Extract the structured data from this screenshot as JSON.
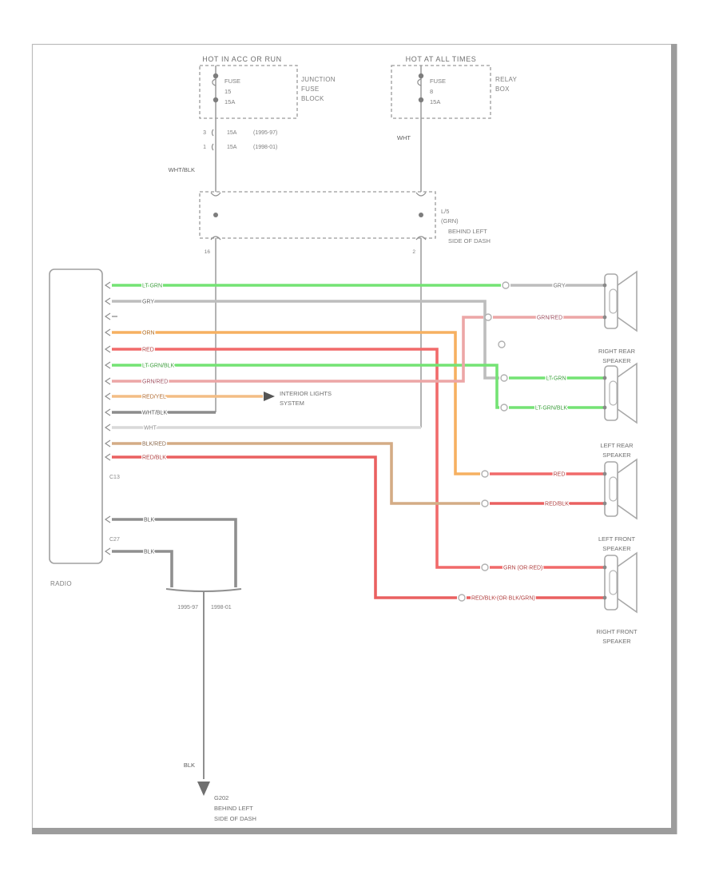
{
  "diagram_type": "radio-wiring-diagram",
  "power": {
    "left": {
      "header": "HOT IN ACC OR RUN",
      "fuse": [
        "FUSE",
        "15",
        "15A"
      ],
      "block": [
        "JUNCTION",
        "FUSE",
        "BLOCK"
      ],
      "variants": [
        {
          "pin": "3",
          "rating": "15A",
          "years": "(1995-97)"
        },
        {
          "pin": "1",
          "rating": "15A",
          "years": "(1998-01)"
        }
      ],
      "wire_label": "WHT/BLK"
    },
    "right": {
      "header": "HOT AT ALL TIMES",
      "fuse": [
        "FUSE",
        "8",
        "15A"
      ],
      "block": [
        "RELAY",
        "BOX"
      ],
      "wire_label": "WHT"
    }
  },
  "inline_connector": {
    "lines": [
      "L/5",
      "(GRN)",
      "BEHIND LEFT",
      "SIDE OF DASH"
    ],
    "pin_left": "16",
    "pin_right": "2"
  },
  "radio": {
    "label": "RADIO",
    "c13": "C13",
    "c27": "C27",
    "wires": [
      "LT GRN",
      "GRY",
      "ORN",
      "RED",
      "LT GRN/BLK",
      "GRN/RED",
      "RED/YEL",
      "WHT/BLK",
      "WHT",
      "BLK/RED",
      "RED/BLK"
    ],
    "ground_wires": [
      "BLK",
      "BLK"
    ]
  },
  "interior_lights": {
    "lines": [
      "INTERIOR LIGHTS",
      "SYSTEM"
    ]
  },
  "year_split": {
    "left": "1995-97",
    "right": "1998-01"
  },
  "ground": {
    "wire_label": "BLK",
    "lines": [
      "G202",
      "BEHIND LEFT",
      "SIDE OF DASH"
    ]
  },
  "speakers": [
    {
      "name": [
        "RIGHT REAR",
        "SPEAKER"
      ],
      "wire_top": "GRY",
      "wire_bottom": "GRN/RED"
    },
    {
      "name": [
        "LEFT REAR",
        "SPEAKER"
      ],
      "wire_top": "LT GRN",
      "wire_bottom": "LT GRN/BLK"
    },
    {
      "name": [
        "LEFT FRONT",
        "SPEAKER"
      ],
      "wire_top": "RED",
      "wire_bottom": "RED/BLK"
    },
    {
      "name": [
        "RIGHT FRONT",
        "SPEAKER"
      ],
      "wire_top": "GRN (OR RED)",
      "wire_bottom": "RED/BLK (OR BLK/GRN)"
    }
  ],
  "wire_colors": {
    "LT GRN": "#74e374",
    "GRY": "#bdbdbd",
    "ORN": "#f6b061",
    "RED": "#f16a6a",
    "LT GRN/BLK": "#74e374",
    "GRN/RED": "#eca6a6",
    "RED/YEL": "#f3bd85",
    "WHT/BLK": "#8c8c8c",
    "WHT": "#d9d9d9",
    "BLK/RED": "#d4ac85",
    "RED/BLK": "#ea6060",
    "BLK": "#8f8f8f"
  }
}
